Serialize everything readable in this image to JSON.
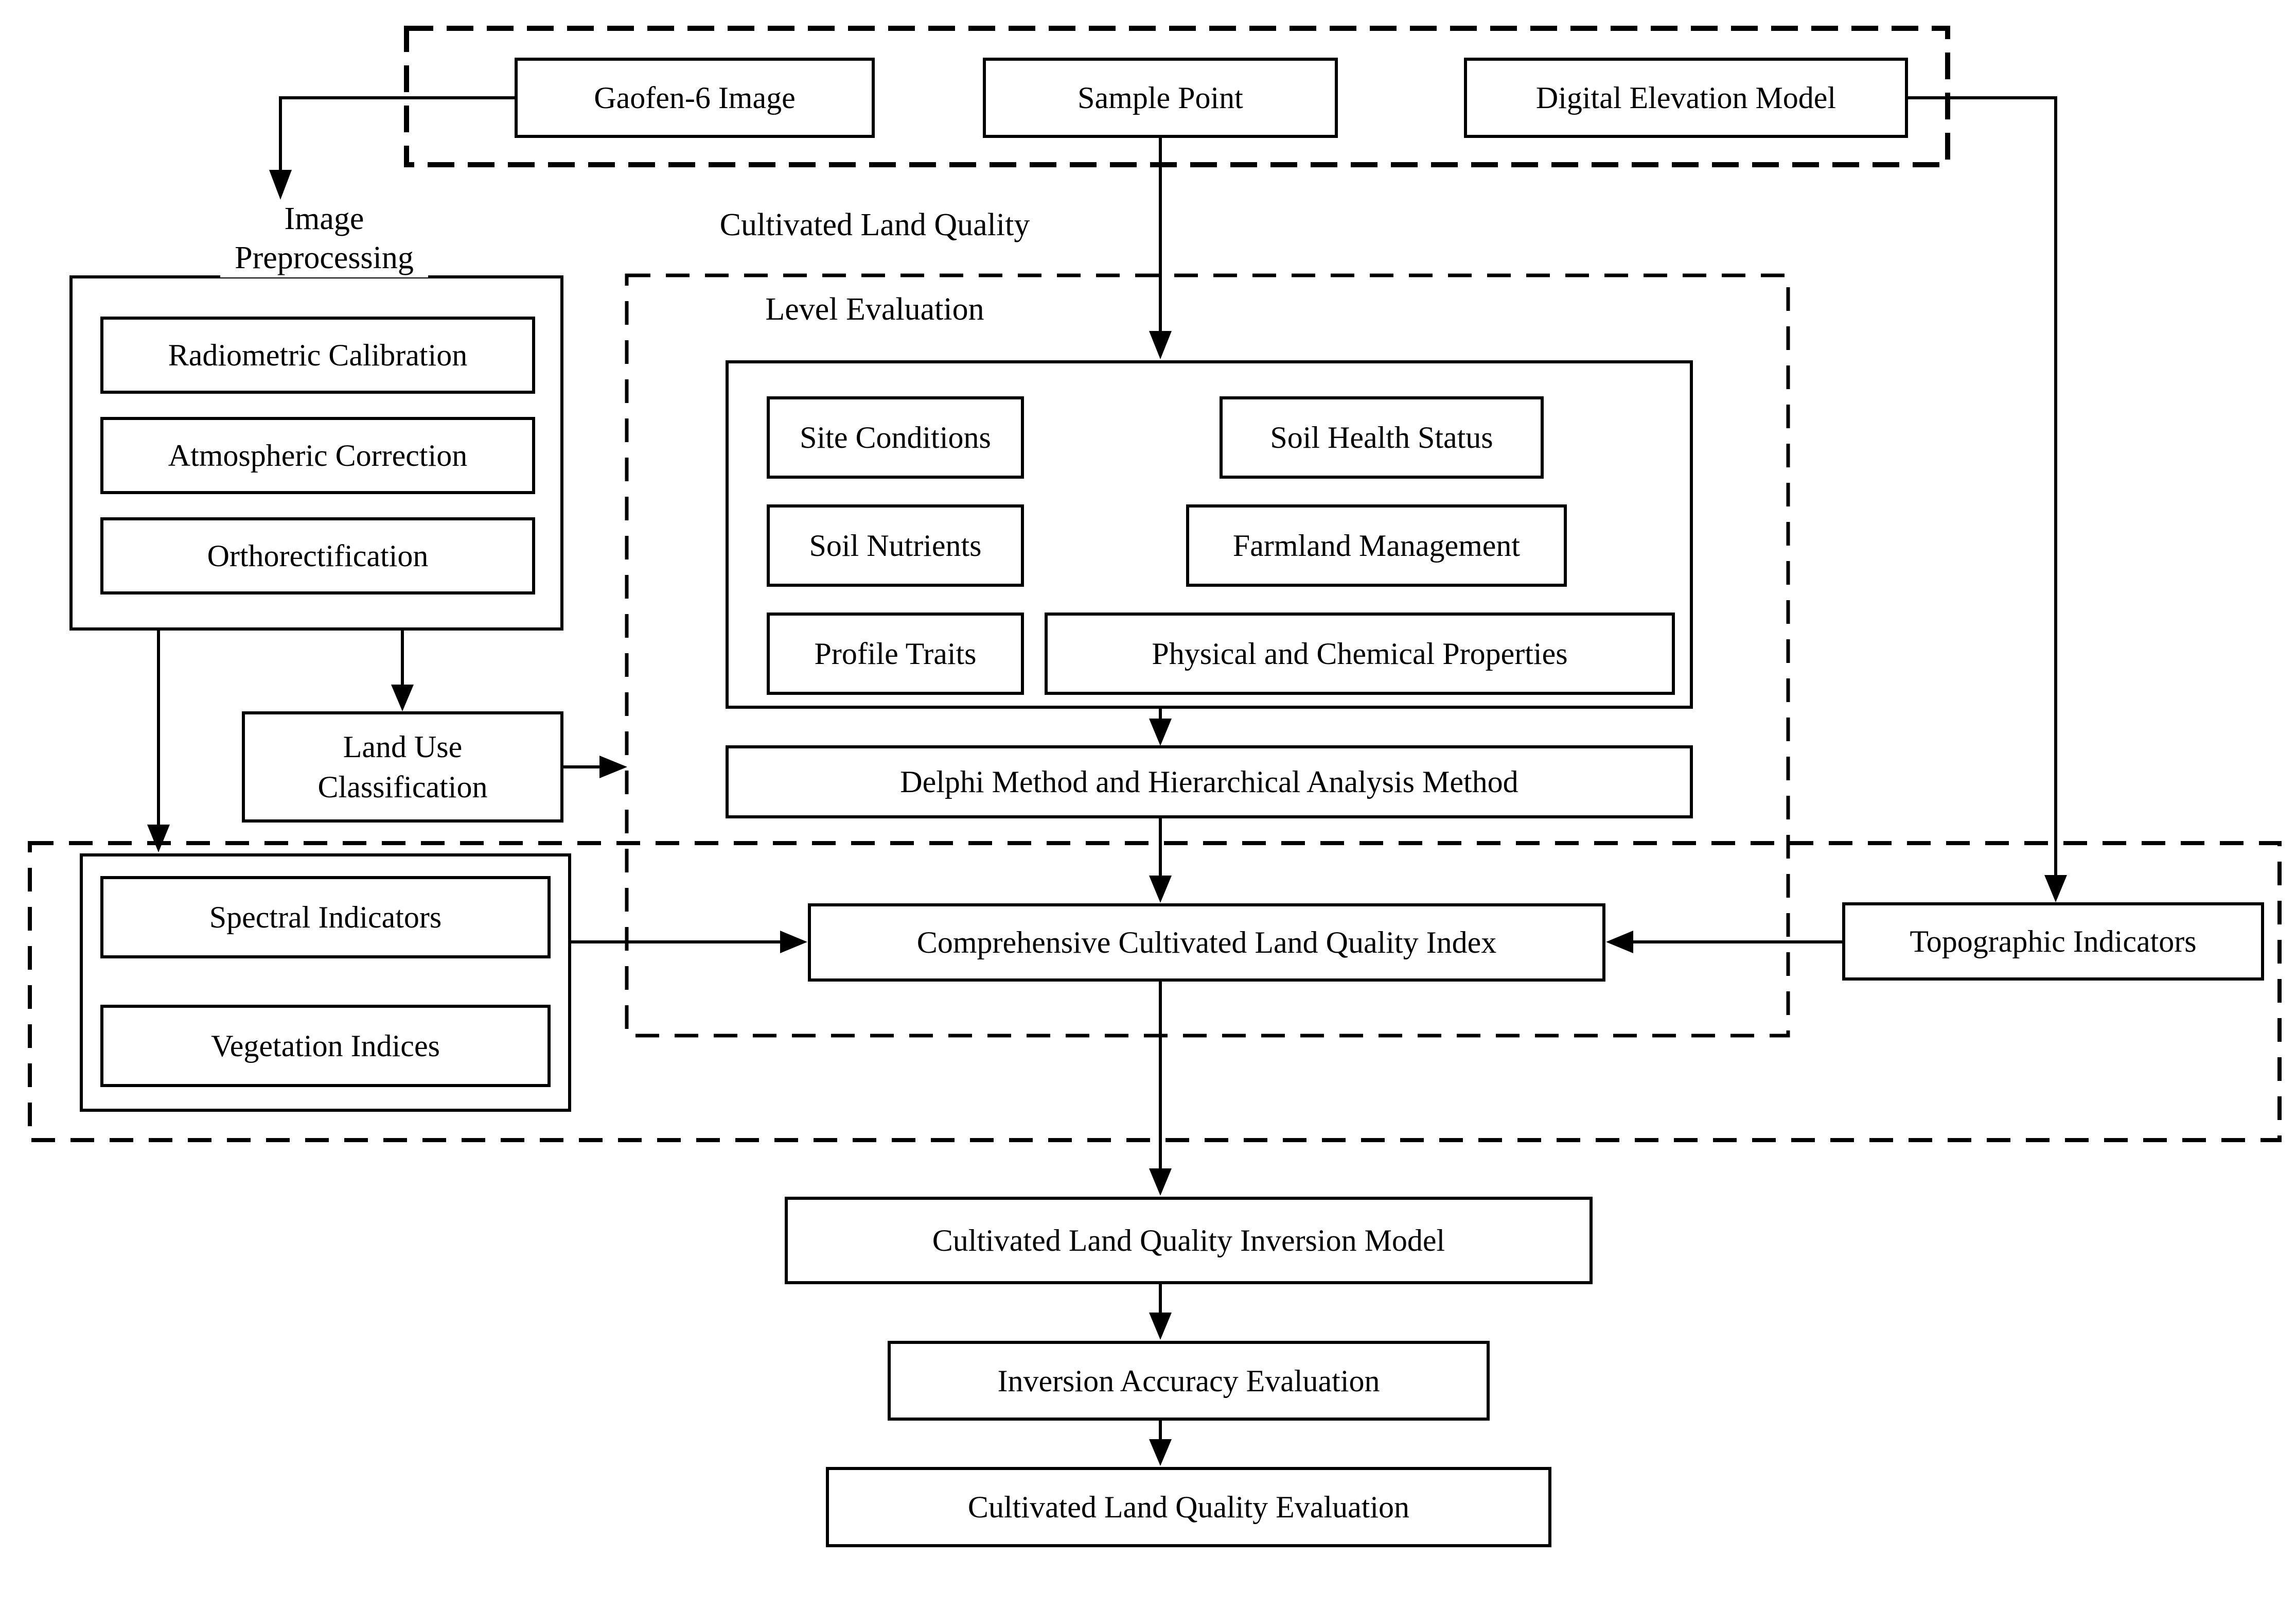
{
  "figure": {
    "top_sources": {
      "gaofen": "Gaofen-6 Image",
      "sample_point": "Sample Point",
      "dem": "Digital Elevation Model"
    },
    "image_preprocessing": {
      "title_line1": "Image",
      "title_line2": "Preprocessing",
      "steps": [
        "Radiometric Calibration",
        "Atmospheric Correction",
        "Orthorectification"
      ]
    },
    "land_use_classification": {
      "line1": "Land Use",
      "line2": "Classification"
    },
    "level_evaluation": {
      "title_line1": "Cultivated Land Quality",
      "title_line2": "Level Evaluation",
      "factors": [
        "Site Conditions",
        "Soil Health Status",
        "Soil Nutrients",
        "Farmland Management",
        "Profile Traits",
        "Physical and Chemical Properties"
      ],
      "method": "Delphi Method and Hierarchical Analysis Method"
    },
    "indicators": {
      "spectral": "Spectral Indicators",
      "vegetation": "Vegetation Indices",
      "topographic": "Topographic Indicators"
    },
    "comprehensive_index": "Comprehensive Cultivated Land Quality Index",
    "inversion_model": "Cultivated Land Quality Inversion Model",
    "inversion_accuracy": "Inversion Accuracy Evaluation",
    "final_evaluation": "Cultivated Land Quality Evaluation"
  },
  "colors": {
    "ink": "#000000",
    "background": "#ffffff"
  }
}
